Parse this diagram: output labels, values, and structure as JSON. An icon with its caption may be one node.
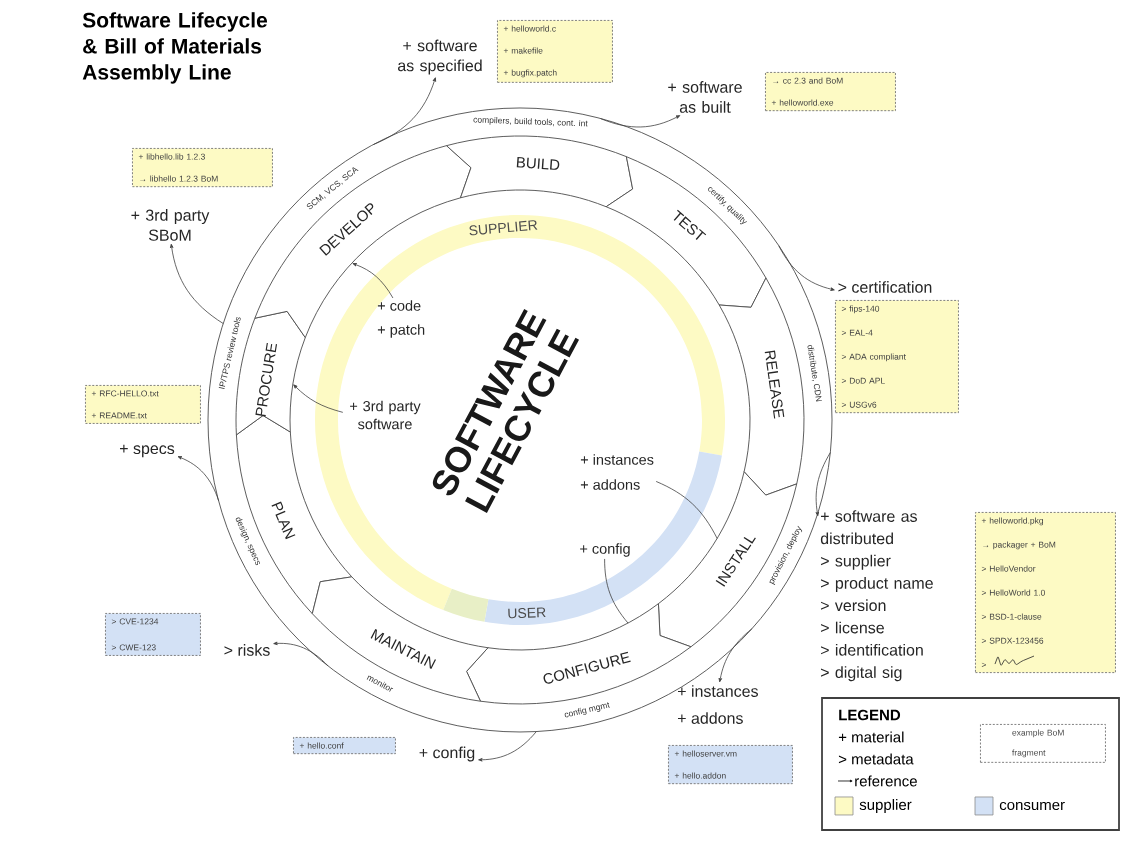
{
  "diagram": {
    "title": "Software Lifecycle & Bill of Materials Assembly Line",
    "nodes": [
      {
        "text": [
          "PLAN",
          "design, specs"
        ]
      },
      {
        "text": [
          "PROCURE",
          "IP/TPS review tools"
        ]
      },
      {
        "text": [
          "DEVELOP",
          "SCM, VCS, SCA"
        ]
      },
      {
        "text": [
          "BUILD",
          "compilers, build tools, cont. int"
        ]
      },
      {
        "text": [
          "TEST",
          "certify, quality"
        ]
      },
      {
        "text": [
          "RELEASE",
          "distribute, CDN"
        ]
      },
      {
        "text": [
          "INSTALL",
          "provision, deploy"
        ]
      },
      {
        "text": [
          "CONFIGURE",
          "config mgmt"
        ]
      },
      {
        "text": [
          "MAINTAIN",
          "monitor"
        ]
      },
      {
        "text": [
          "+ code",
          "+ patch"
        ]
      },
      {
        "text": [
          "+ 3rd party software"
        ]
      },
      {
        "text": [
          "+ instances",
          "+ addons"
        ]
      },
      {
        "text": [
          "+ config"
        ]
      },
      {
        "text": [
          "+ software as specified"
        ]
      },
      {
        "text": [
          "+ helloworld.c",
          "+ makefile",
          "+ bugfix.patch"
        ]
      },
      {
        "text": [
          "+ software as built"
        ]
      },
      {
        "text": [
          "→ cc 2.3 and BoM",
          "+ helloworld.exe"
        ]
      },
      {
        "text": [
          "+ 3rd party SBoM"
        ]
      },
      {
        "text": [
          "+ libhello.lib 1.2.3",
          "→ libhello 1.2.3 BoM"
        ]
      },
      {
        "text": [
          "> certification"
        ]
      },
      {
        "text": [
          "> fips-140",
          "> EAL-4",
          "> ADA compliant",
          "> DoD APL",
          "> USGv6"
        ]
      },
      {
        "text": [
          "+ specs"
        ]
      },
      {
        "text": [
          "+ RFC-HELLO.txt",
          "+ README.txt"
        ]
      },
      {
        "text": [
          "+ software as distributed",
          "> supplier",
          "> product name",
          "> version",
          "> license",
          "> identification",
          "> digital sig"
        ]
      },
      {
        "text": [
          "+ helloworld.pkg",
          "→ packager + BoM",
          "> HelloVendor",
          "> HelloWorld 1.0",
          "> BSD-1-clause",
          "> SPDX-123456",
          ">"
        ]
      },
      {
        "text": [
          "> risks"
        ]
      },
      {
        "text": [
          "> CVE-1234",
          "> CWE-123"
        ]
      },
      {
        "text": [
          "+ config"
        ]
      },
      {
        "text": [
          "+ hello.conf"
        ]
      },
      {
        "text": [
          "+ instances",
          "+ addons"
        ]
      },
      {
        "text": [
          "+ helloserver.vm",
          "+ hello.addon"
        ]
      }
    ],
    "edges": [
      {
        "from": 9,
        "to": 2,
        "arrow": "to"
      },
      {
        "from": 10,
        "to": 1,
        "arrow": "to"
      },
      {
        "from": 11,
        "to": 6,
        "arrow": "none"
      },
      {
        "from": 12,
        "to": 7,
        "arrow": "none"
      },
      {
        "from": 2,
        "to": 13,
        "arrow": "to"
      },
      {
        "from": 3,
        "to": 15,
        "arrow": "to"
      },
      {
        "from": 1,
        "to": 17,
        "arrow": "to"
      },
      {
        "from": 4,
        "to": 19,
        "arrow": "to"
      },
      {
        "from": 5,
        "to": 23,
        "arrow": "to"
      },
      {
        "from": 0,
        "to": 21,
        "arrow": "to"
      },
      {
        "from": 8,
        "to": 25,
        "arrow": "to"
      },
      {
        "from": 7,
        "to": 27,
        "arrow": "to"
      },
      {
        "from": 6,
        "to": 29,
        "arrow": "to"
      }
    ],
    "labels": [
      "SUPPLIER",
      "SOFTWARE LIFECYCLE",
      "USER",
      "LEGEND"
    ],
    "legend": [
      {
        "text": "+ material"
      },
      {
        "text": "> metadata"
      },
      {
        "text": "reference"
      },
      {
        "text": "example BoM fragment"
      },
      {
        "text": "supplier",
        "color": "#fdfac4"
      },
      {
        "text": "consumer",
        "color": "#d3e1f5"
      }
    ]
  }
}
